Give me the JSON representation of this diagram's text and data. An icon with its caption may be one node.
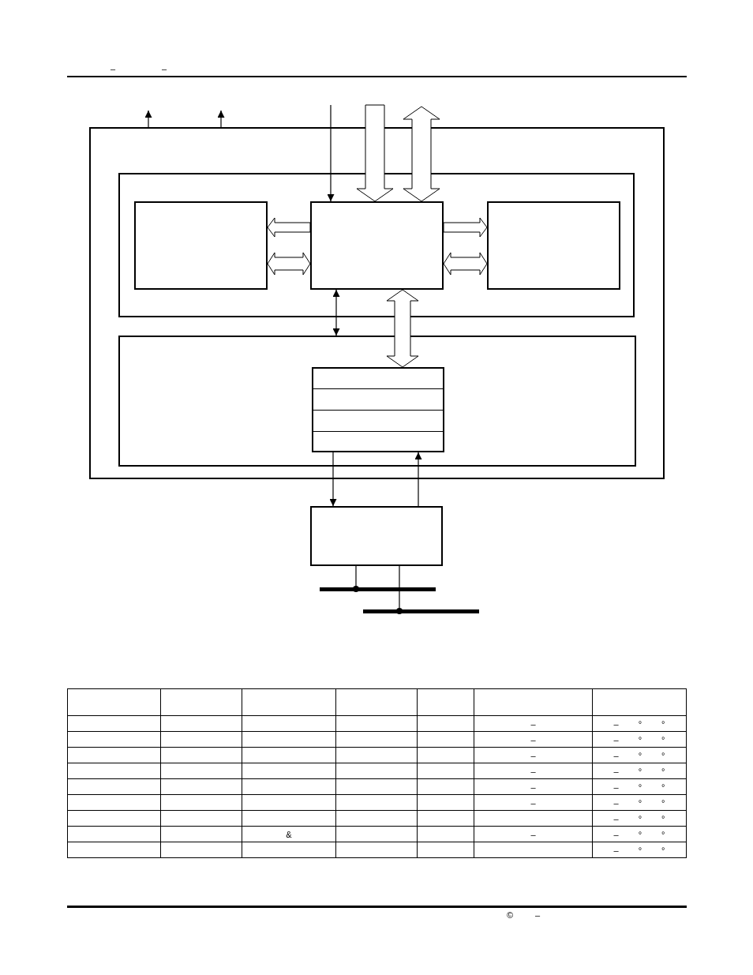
{
  "diagram": {
    "nodes": [
      {
        "text": [],
        "shape": "box"
      },
      {
        "text": [],
        "shape": "box",
        "in": 0
      },
      {
        "text": [],
        "shape": "box",
        "in": 1
      },
      {
        "text": [],
        "shape": "box",
        "in": 1
      },
      {
        "text": [],
        "shape": "box",
        "in": 1
      },
      {
        "text": [],
        "shape": "box",
        "in": 0
      },
      {
        "text": [],
        "shape": "box",
        "in": 5
      },
      {
        "text": [],
        "shape": "box"
      },
      {
        "text": [],
        "shape": "bar"
      },
      {
        "text": [],
        "shape": "bar"
      }
    ],
    "edges": [
      {
        "from": 0,
        "to": null,
        "arrow": "to"
      },
      {
        "from": 0,
        "to": null,
        "arrow": "to"
      },
      {
        "from": null,
        "to": 3,
        "arrow": "to"
      },
      {
        "from": null,
        "to": 3,
        "arrow": "to",
        "style": "thick"
      },
      {
        "from": null,
        "to": 3,
        "arrow": "both",
        "style": "thick"
      },
      {
        "from": 3,
        "to": 2,
        "arrow": "to",
        "style": "thick"
      },
      {
        "from": 2,
        "to": 3,
        "arrow": "both",
        "style": "thick"
      },
      {
        "from": 3,
        "to": 4,
        "arrow": "to",
        "style": "thick"
      },
      {
        "from": 3,
        "to": 4,
        "arrow": "both",
        "style": "thick"
      },
      {
        "from": 3,
        "to": 5,
        "arrow": "both"
      },
      {
        "from": 3,
        "to": 6,
        "arrow": "both",
        "style": "thick"
      },
      {
        "from": 6,
        "to": 7,
        "arrow": "to"
      },
      {
        "from": 7,
        "to": 6,
        "arrow": "to"
      },
      {
        "from": 7,
        "to": 8,
        "arrow": "other"
      },
      {
        "from": 7,
        "to": 9,
        "arrow": "other"
      }
    ],
    "labels": [
      "–",
      "–",
      "–",
      "– ° °",
      "–",
      "– ° °",
      "–",
      "– ° °",
      "–",
      "– ° °",
      "–",
      "– ° °",
      "–",
      "– ° °",
      "– ° °",
      "&",
      "–",
      "– ° °",
      "– ° °",
      "©",
      "–"
    ]
  }
}
